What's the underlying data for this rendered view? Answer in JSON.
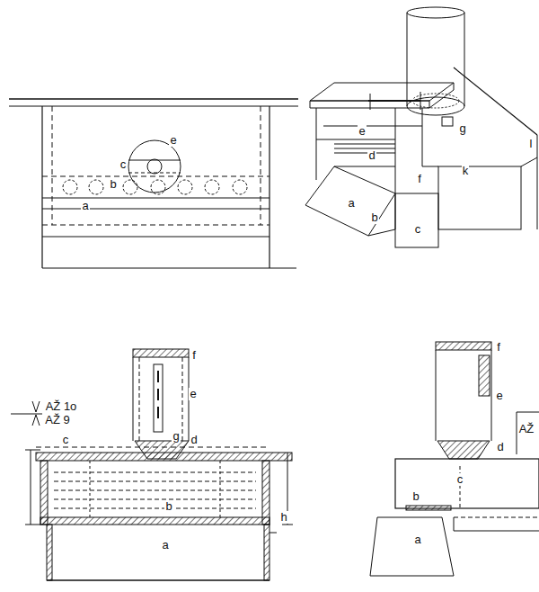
{
  "diagram": {
    "labels": [
      "e",
      "c",
      "b",
      "a",
      "e",
      "d",
      "g",
      "f",
      "k",
      "l",
      "a",
      "b",
      "c",
      "f",
      "e",
      "g",
      "AŽ 1o",
      "AŽ 9",
      "c",
      "d",
      "b",
      "h",
      "a",
      "f",
      "e",
      "AŽ",
      "d",
      "c",
      "b",
      "a"
    ]
  }
}
